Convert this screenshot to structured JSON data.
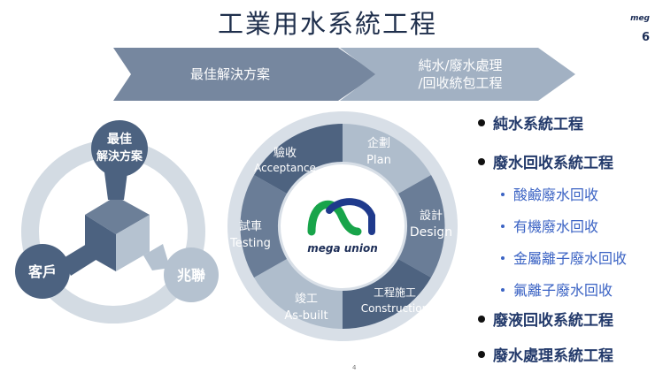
{
  "title": "工業用水系統工程",
  "corner": {
    "logo_fragment": "meg",
    "page_number": "6"
  },
  "process_arrows": [
    {
      "label": "最佳解決方案"
    },
    {
      "line1": "純水/廢水處理",
      "line2": "/回收統包工程"
    }
  ],
  "triad": {
    "top": {
      "line1": "最佳",
      "line2": "解決方案"
    },
    "left": "客戶",
    "right": "兆聯"
  },
  "cycle": {
    "center_logo_text": "mega union",
    "steps": [
      {
        "zh": "企劃",
        "en": "Plan"
      },
      {
        "zh": "設計",
        "en": "Design"
      },
      {
        "zh": "工程施工",
        "en": "Construction"
      },
      {
        "zh": "竣工",
        "en": "As-built"
      },
      {
        "zh": "試車",
        "en": "Testing"
      },
      {
        "zh": "驗收",
        "en": "Acceptance"
      }
    ]
  },
  "services": {
    "main1": "純水系統工程",
    "main2": "廢水回收系統工程",
    "subs": [
      "酸鹼廢水回收",
      "有機廢水回收",
      "金屬離子廢水回收",
      "氟離子廢水回收"
    ],
    "main3": "廢液回收系統工程",
    "main4": "廢水處理系統工程"
  },
  "footer_mark": "4",
  "colors": {
    "title": "#1f2f4c",
    "arrow_dark": "#76879f",
    "arrow_light": "#a2b1c3",
    "ring": "#d3dbe3",
    "node": "#4c6280",
    "wedge_dark": "#6c7f98",
    "wedge_light": "#b5c2d0",
    "cycle_dark": "#6a7d97",
    "cycle_light": "#afbdcc",
    "logo_green": "#18a44a",
    "logo_blue": "#1f3a8c",
    "bullet_main": "#233a6b",
    "bullet_sub": "#3b63c4"
  }
}
